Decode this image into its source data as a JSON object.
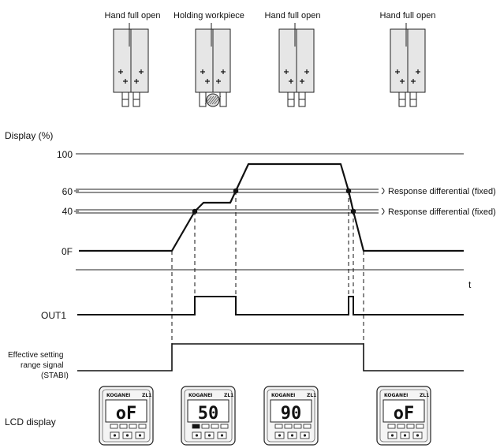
{
  "states": [
    {
      "label": "Hand full open",
      "holding": false
    },
    {
      "label": "Holding workpiece",
      "holding": true
    },
    {
      "label": "Hand full open",
      "holding": false
    },
    {
      "label": "Hand full open",
      "holding": false
    }
  ],
  "display": {
    "axis_label": "Display (%)",
    "levels": [
      "100",
      "60",
      "40",
      "0F"
    ],
    "time_label": "t",
    "response_notes": [
      "Response differential (fixed)",
      "Response differential (fixed)"
    ]
  },
  "out1": {
    "label": "OUT1"
  },
  "stabi": {
    "label_lines": [
      "Effective setting",
      "range signal",
      "(STABI)"
    ]
  },
  "lcd": {
    "label": "LCD display",
    "brand": "KOGANEI",
    "corner": "ZL1",
    "readings": [
      "oF",
      "50",
      "90",
      "oF"
    ]
  }
}
